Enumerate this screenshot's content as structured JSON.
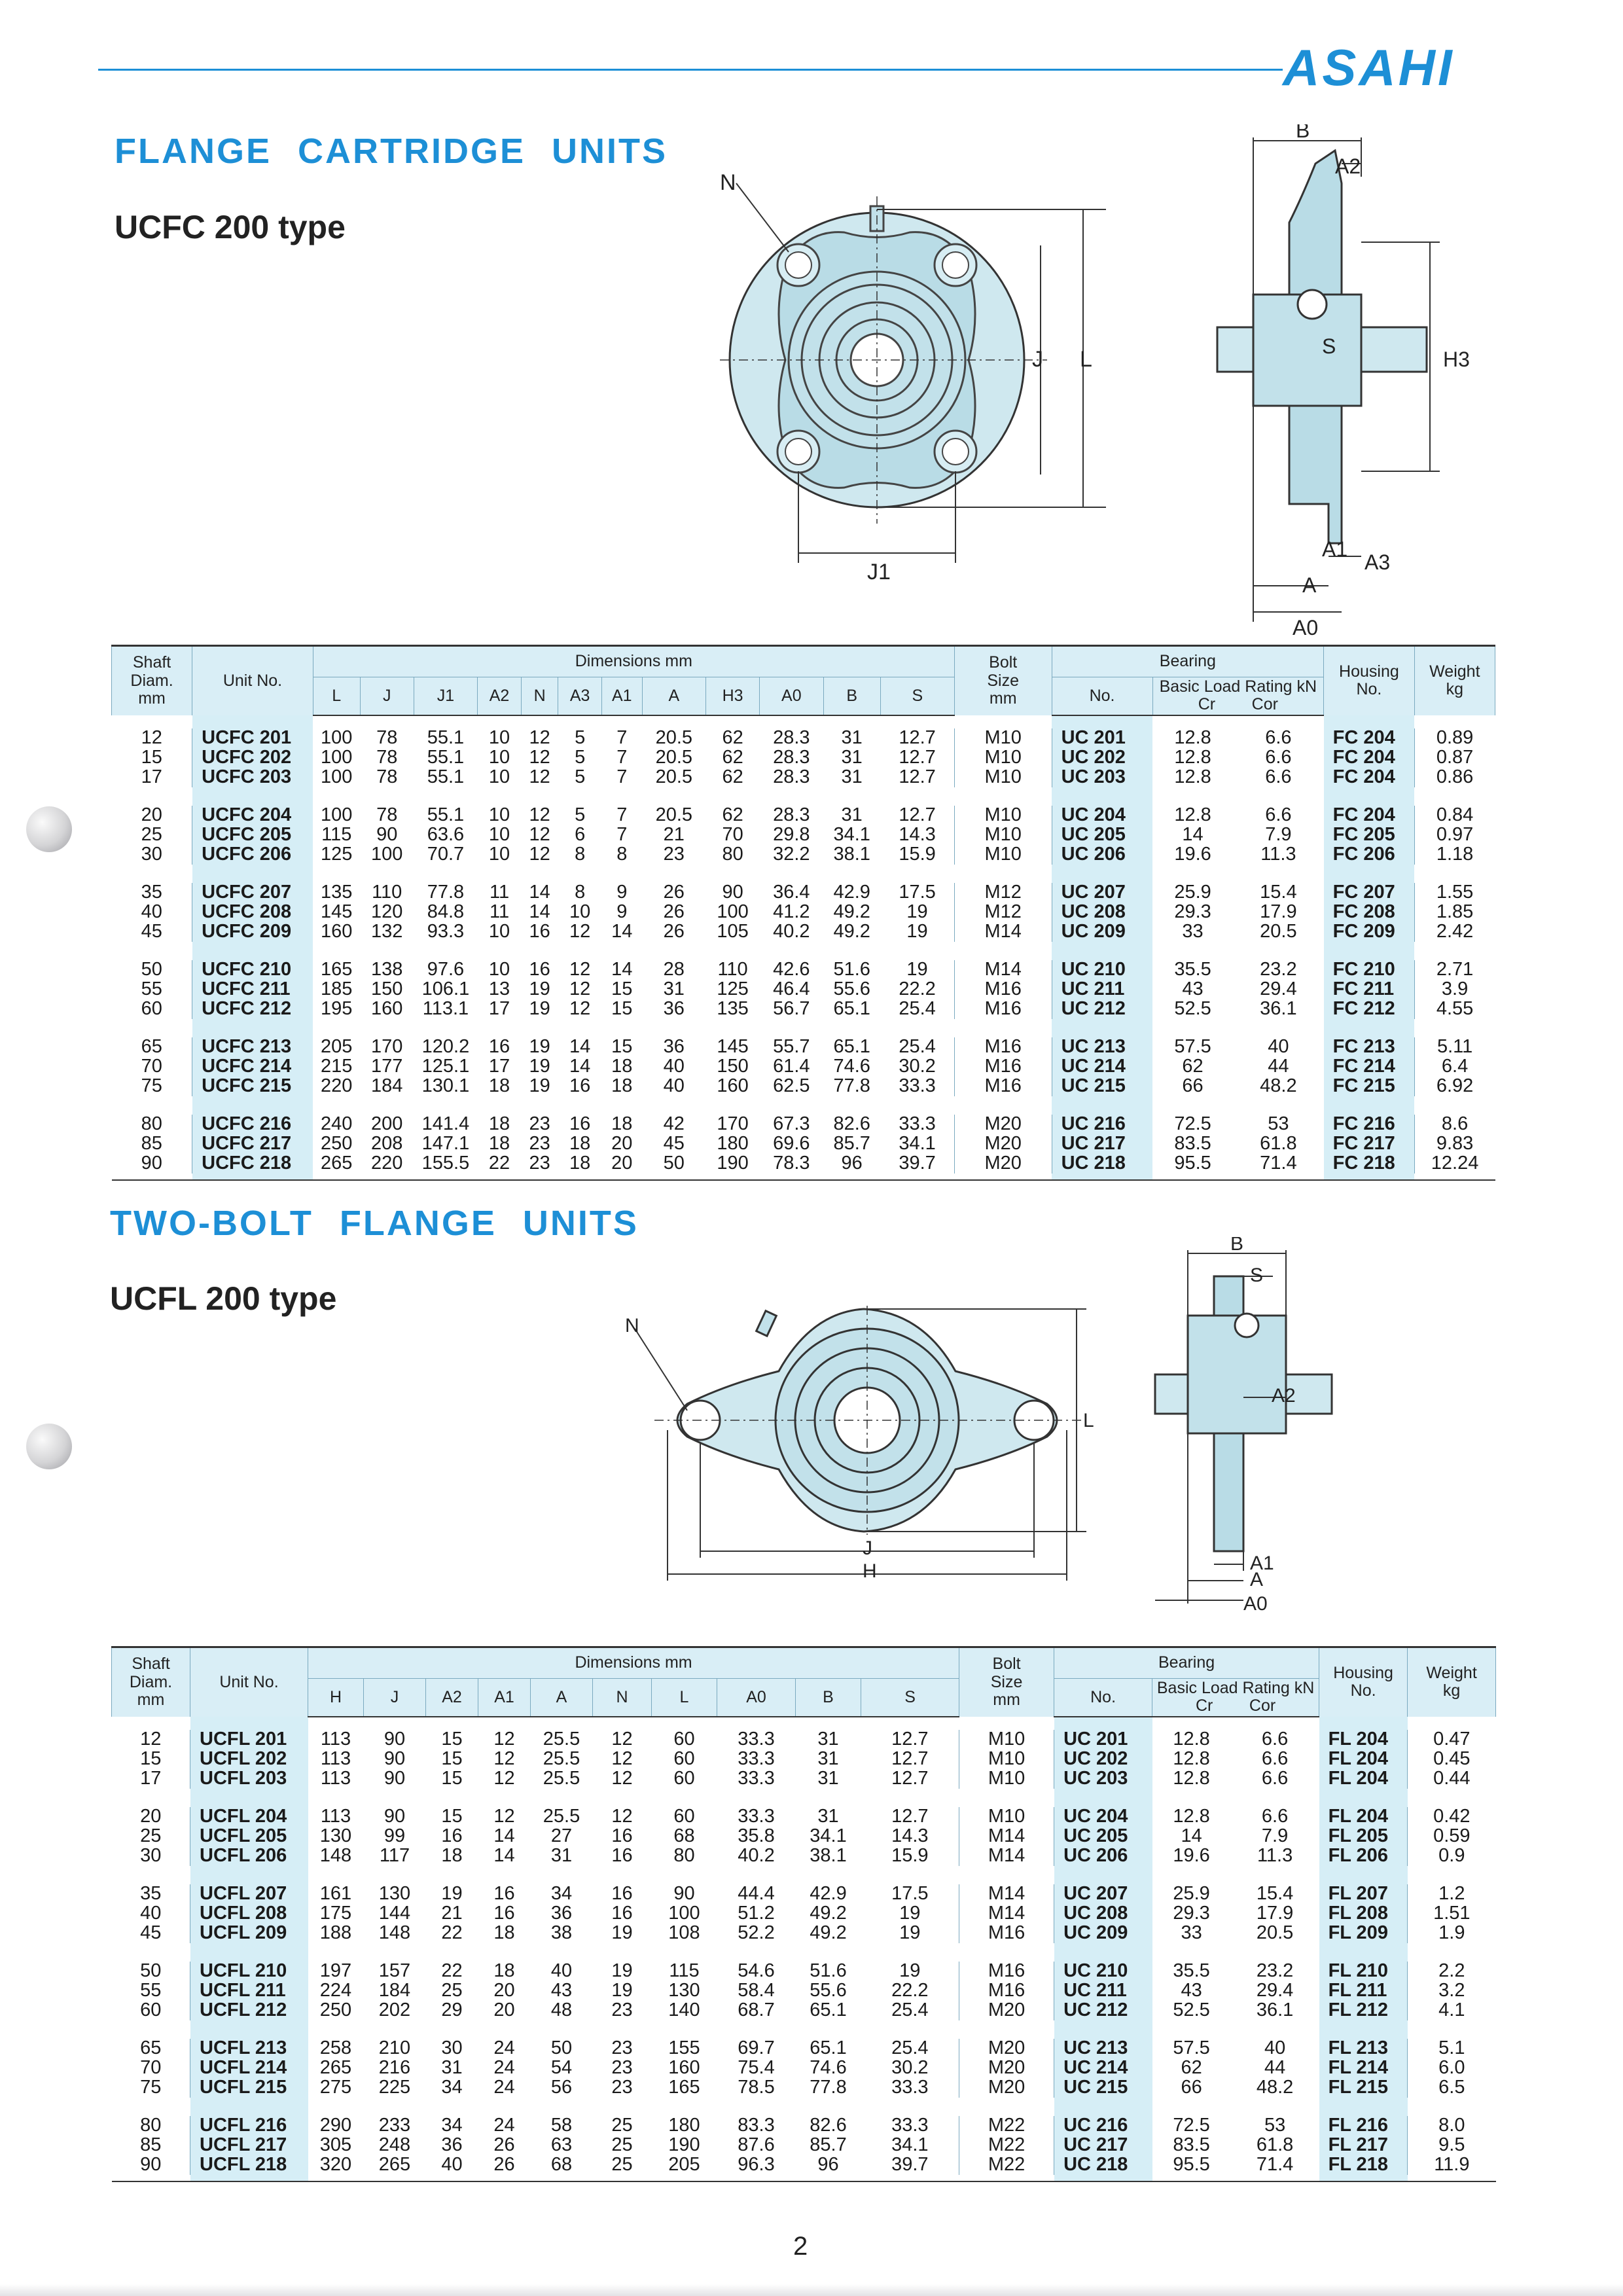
{
  "brand": "ASAHI",
  "page_number": "2",
  "section1": {
    "title": "FLANGE  CARTRIDGE  UNITS",
    "subtitle": "UCFC 200 type",
    "drawing_labels": {
      "front": [
        "N",
        "J",
        "L",
        "J1"
      ],
      "side": [
        "B",
        "A2",
        "S",
        "H3",
        "A1",
        "A3",
        "A",
        "A0"
      ]
    },
    "table": {
      "shaft_header": [
        "Shaft",
        "Diam.",
        "mm"
      ],
      "unit_header": "Unit  No.",
      "dimensions_header": "Dimensions     mm",
      "dimension_columns": [
        "L",
        "J",
        "J1",
        "A2",
        "N",
        "A3",
        "A1",
        "A",
        "H3",
        "A0",
        "B",
        "S"
      ],
      "bolt_header": [
        "Bolt",
        "Size",
        "mm"
      ],
      "bearing_header": "Bearing",
      "bearing_no_header": "No.",
      "load_rating_header": "Basic Load Rating  kN",
      "cr_header": "Cr",
      "cor_header": "Cor",
      "housing_header": [
        "Housing",
        "No."
      ],
      "weight_header": [
        "Weight",
        "kg"
      ],
      "groups": [
        [
          [
            "12",
            "UCFC 201",
            "100",
            "78",
            "55.1",
            "10",
            "12",
            "5",
            "7",
            "20.5",
            "62",
            "28.3",
            "31",
            "12.7",
            "M10",
            "UC 201",
            "12.8",
            "6.6",
            "FC 204",
            "0.89"
          ],
          [
            "15",
            "UCFC 202",
            "100",
            "78",
            "55.1",
            "10",
            "12",
            "5",
            "7",
            "20.5",
            "62",
            "28.3",
            "31",
            "12.7",
            "M10",
            "UC 202",
            "12.8",
            "6.6",
            "FC 204",
            "0.87"
          ],
          [
            "17",
            "UCFC 203",
            "100",
            "78",
            "55.1",
            "10",
            "12",
            "5",
            "7",
            "20.5",
            "62",
            "28.3",
            "31",
            "12.7",
            "M10",
            "UC 203",
            "12.8",
            "6.6",
            "FC 204",
            "0.86"
          ]
        ],
        [
          [
            "20",
            "UCFC 204",
            "100",
            "78",
            "55.1",
            "10",
            "12",
            "5",
            "7",
            "20.5",
            "62",
            "28.3",
            "31",
            "12.7",
            "M10",
            "UC 204",
            "12.8",
            "6.6",
            "FC 204",
            "0.84"
          ],
          [
            "25",
            "UCFC 205",
            "115",
            "90",
            "63.6",
            "10",
            "12",
            "6",
            "7",
            "21",
            "70",
            "29.8",
            "34.1",
            "14.3",
            "M10",
            "UC 205",
            "14",
            "7.9",
            "FC 205",
            "0.97"
          ],
          [
            "30",
            "UCFC 206",
            "125",
            "100",
            "70.7",
            "10",
            "12",
            "8",
            "8",
            "23",
            "80",
            "32.2",
            "38.1",
            "15.9",
            "M10",
            "UC 206",
            "19.6",
            "11.3",
            "FC 206",
            "1.18"
          ]
        ],
        [
          [
            "35",
            "UCFC 207",
            "135",
            "110",
            "77.8",
            "11",
            "14",
            "8",
            "9",
            "26",
            "90",
            "36.4",
            "42.9",
            "17.5",
            "M12",
            "UC 207",
            "25.9",
            "15.4",
            "FC 207",
            "1.55"
          ],
          [
            "40",
            "UCFC 208",
            "145",
            "120",
            "84.8",
            "11",
            "14",
            "10",
            "9",
            "26",
            "100",
            "41.2",
            "49.2",
            "19",
            "M12",
            "UC 208",
            "29.3",
            "17.9",
            "FC 208",
            "1.85"
          ],
          [
            "45",
            "UCFC 209",
            "160",
            "132",
            "93.3",
            "10",
            "16",
            "12",
            "14",
            "26",
            "105",
            "40.2",
            "49.2",
            "19",
            "M14",
            "UC 209",
            "33",
            "20.5",
            "FC 209",
            "2.42"
          ]
        ],
        [
          [
            "50",
            "UCFC 210",
            "165",
            "138",
            "97.6",
            "10",
            "16",
            "12",
            "14",
            "28",
            "110",
            "42.6",
            "51.6",
            "19",
            "M14",
            "UC 210",
            "35.5",
            "23.2",
            "FC 210",
            "2.71"
          ],
          [
            "55",
            "UCFC 211",
            "185",
            "150",
            "106.1",
            "13",
            "19",
            "12",
            "15",
            "31",
            "125",
            "46.4",
            "55.6",
            "22.2",
            "M16",
            "UC 211",
            "43",
            "29.4",
            "FC 211",
            "3.9"
          ],
          [
            "60",
            "UCFC 212",
            "195",
            "160",
            "113.1",
            "17",
            "19",
            "12",
            "15",
            "36",
            "135",
            "56.7",
            "65.1",
            "25.4",
            "M16",
            "UC 212",
            "52.5",
            "36.1",
            "FC 212",
            "4.55"
          ]
        ],
        [
          [
            "65",
            "UCFC 213",
            "205",
            "170",
            "120.2",
            "16",
            "19",
            "14",
            "15",
            "36",
            "145",
            "55.7",
            "65.1",
            "25.4",
            "M16",
            "UC 213",
            "57.5",
            "40",
            "FC 213",
            "5.11"
          ],
          [
            "70",
            "UCFC 214",
            "215",
            "177",
            "125.1",
            "17",
            "19",
            "14",
            "18",
            "40",
            "150",
            "61.4",
            "74.6",
            "30.2",
            "M16",
            "UC 214",
            "62",
            "44",
            "FC 214",
            "6.4"
          ],
          [
            "75",
            "UCFC 215",
            "220",
            "184",
            "130.1",
            "18",
            "19",
            "16",
            "18",
            "40",
            "160",
            "62.5",
            "77.8",
            "33.3",
            "M16",
            "UC 215",
            "66",
            "48.2",
            "FC 215",
            "6.92"
          ]
        ],
        [
          [
            "80",
            "UCFC 216",
            "240",
            "200",
            "141.4",
            "18",
            "23",
            "16",
            "18",
            "42",
            "170",
            "67.3",
            "82.6",
            "33.3",
            "M20",
            "UC 216",
            "72.5",
            "53",
            "FC 216",
            "8.6"
          ],
          [
            "85",
            "UCFC 217",
            "250",
            "208",
            "147.1",
            "18",
            "23",
            "18",
            "20",
            "45",
            "180",
            "69.6",
            "85.7",
            "34.1",
            "M20",
            "UC 217",
            "83.5",
            "61.8",
            "FC 217",
            "9.83"
          ],
          [
            "90",
            "UCFC 218",
            "265",
            "220",
            "155.5",
            "22",
            "23",
            "18",
            "20",
            "50",
            "190",
            "78.3",
            "96",
            "39.7",
            "M20",
            "UC 218",
            "95.5",
            "71.4",
            "FC 218",
            "12.24"
          ]
        ]
      ]
    }
  },
  "section2": {
    "title": "TWO-BOLT  FLANGE  UNITS",
    "subtitle": "UCFL 200 type",
    "drawing_labels": {
      "front": [
        "N",
        "L",
        "J",
        "H"
      ],
      "side": [
        "B",
        "S",
        "A2",
        "A1",
        "A",
        "A0"
      ]
    },
    "table": {
      "shaft_header": [
        "Shaft",
        "Diam.",
        "mm"
      ],
      "unit_header": "Unit  No.",
      "dimensions_header": "Dimensions     mm",
      "dimension_columns": [
        "H",
        "J",
        "A2",
        "A1",
        "A",
        "N",
        "L",
        "A0",
        "B",
        "S"
      ],
      "bolt_header": [
        "Bolt",
        "Size",
        "mm"
      ],
      "bearing_header": "Bearing",
      "bearing_no_header": "No.",
      "load_rating_header": "Basic Load Rating  kN",
      "cr_header": "Cr",
      "cor_header": "Cor",
      "housing_header": [
        "Housing",
        "No."
      ],
      "weight_header": [
        "Weight",
        "kg"
      ],
      "groups": [
        [
          [
            "12",
            "UCFL 201",
            "113",
            "90",
            "15",
            "12",
            "25.5",
            "12",
            "60",
            "33.3",
            "31",
            "12.7",
            "M10",
            "UC 201",
            "12.8",
            "6.6",
            "FL 204",
            "0.47"
          ],
          [
            "15",
            "UCFL 202",
            "113",
            "90",
            "15",
            "12",
            "25.5",
            "12",
            "60",
            "33.3",
            "31",
            "12.7",
            "M10",
            "UC 202",
            "12.8",
            "6.6",
            "FL 204",
            "0.45"
          ],
          [
            "17",
            "UCFL 203",
            "113",
            "90",
            "15",
            "12",
            "25.5",
            "12",
            "60",
            "33.3",
            "31",
            "12.7",
            "M10",
            "UC 203",
            "12.8",
            "6.6",
            "FL 204",
            "0.44"
          ]
        ],
        [
          [
            "20",
            "UCFL 204",
            "113",
            "90",
            "15",
            "12",
            "25.5",
            "12",
            "60",
            "33.3",
            "31",
            "12.7",
            "M10",
            "UC 204",
            "12.8",
            "6.6",
            "FL 204",
            "0.42"
          ],
          [
            "25",
            "UCFL 205",
            "130",
            "99",
            "16",
            "14",
            "27",
            "16",
            "68",
            "35.8",
            "34.1",
            "14.3",
            "M14",
            "UC 205",
            "14",
            "7.9",
            "FL 205",
            "0.59"
          ],
          [
            "30",
            "UCFL 206",
            "148",
            "117",
            "18",
            "14",
            "31",
            "16",
            "80",
            "40.2",
            "38.1",
            "15.9",
            "M14",
            "UC 206",
            "19.6",
            "11.3",
            "FL 206",
            "0.9"
          ]
        ],
        [
          [
            "35",
            "UCFL 207",
            "161",
            "130",
            "19",
            "16",
            "34",
            "16",
            "90",
            "44.4",
            "42.9",
            "17.5",
            "M14",
            "UC 207",
            "25.9",
            "15.4",
            "FL 207",
            "1.2"
          ],
          [
            "40",
            "UCFL 208",
            "175",
            "144",
            "21",
            "16",
            "36",
            "16",
            "100",
            "51.2",
            "49.2",
            "19",
            "M14",
            "UC 208",
            "29.3",
            "17.9",
            "FL 208",
            "1.51"
          ],
          [
            "45",
            "UCFL 209",
            "188",
            "148",
            "22",
            "18",
            "38",
            "19",
            "108",
            "52.2",
            "49.2",
            "19",
            "M16",
            "UC 209",
            "33",
            "20.5",
            "FL 209",
            "1.9"
          ]
        ],
        [
          [
            "50",
            "UCFL 210",
            "197",
            "157",
            "22",
            "18",
            "40",
            "19",
            "115",
            "54.6",
            "51.6",
            "19",
            "M16",
            "UC 210",
            "35.5",
            "23.2",
            "FL 210",
            "2.2"
          ],
          [
            "55",
            "UCFL 211",
            "224",
            "184",
            "25",
            "20",
            "43",
            "19",
            "130",
            "58.4",
            "55.6",
            "22.2",
            "M16",
            "UC 211",
            "43",
            "29.4",
            "FL 211",
            "3.2"
          ],
          [
            "60",
            "UCFL 212",
            "250",
            "202",
            "29",
            "20",
            "48",
            "23",
            "140",
            "68.7",
            "65.1",
            "25.4",
            "M20",
            "UC 212",
            "52.5",
            "36.1",
            "FL 212",
            "4.1"
          ]
        ],
        [
          [
            "65",
            "UCFL 213",
            "258",
            "210",
            "30",
            "24",
            "50",
            "23",
            "155",
            "69.7",
            "65.1",
            "25.4",
            "M20",
            "UC 213",
            "57.5",
            "40",
            "FL 213",
            "5.1"
          ],
          [
            "70",
            "UCFL 214",
            "265",
            "216",
            "31",
            "24",
            "54",
            "23",
            "160",
            "75.4",
            "74.6",
            "30.2",
            "M20",
            "UC 214",
            "62",
            "44",
            "FL 214",
            "6.0"
          ],
          [
            "75",
            "UCFL 215",
            "275",
            "225",
            "34",
            "24",
            "56",
            "23",
            "165",
            "78.5",
            "77.8",
            "33.3",
            "M20",
            "UC 215",
            "66",
            "48.2",
            "FL 215",
            "6.5"
          ]
        ],
        [
          [
            "80",
            "UCFL 216",
            "290",
            "233",
            "34",
            "24",
            "58",
            "25",
            "180",
            "83.3",
            "82.6",
            "33.3",
            "M22",
            "UC 216",
            "72.5",
            "53",
            "FL 216",
            "8.0"
          ],
          [
            "85",
            "UCFL 217",
            "305",
            "248",
            "36",
            "26",
            "63",
            "25",
            "190",
            "87.6",
            "85.7",
            "34.1",
            "M22",
            "UC 217",
            "83.5",
            "61.8",
            "FL 217",
            "9.5"
          ],
          [
            "90",
            "UCFL 218",
            "320",
            "265",
            "40",
            "26",
            "68",
            "25",
            "205",
            "96.3",
            "96",
            "39.7",
            "M22",
            "UC 218",
            "95.5",
            "71.4",
            "FL 218",
            "11.9"
          ]
        ]
      ]
    }
  }
}
